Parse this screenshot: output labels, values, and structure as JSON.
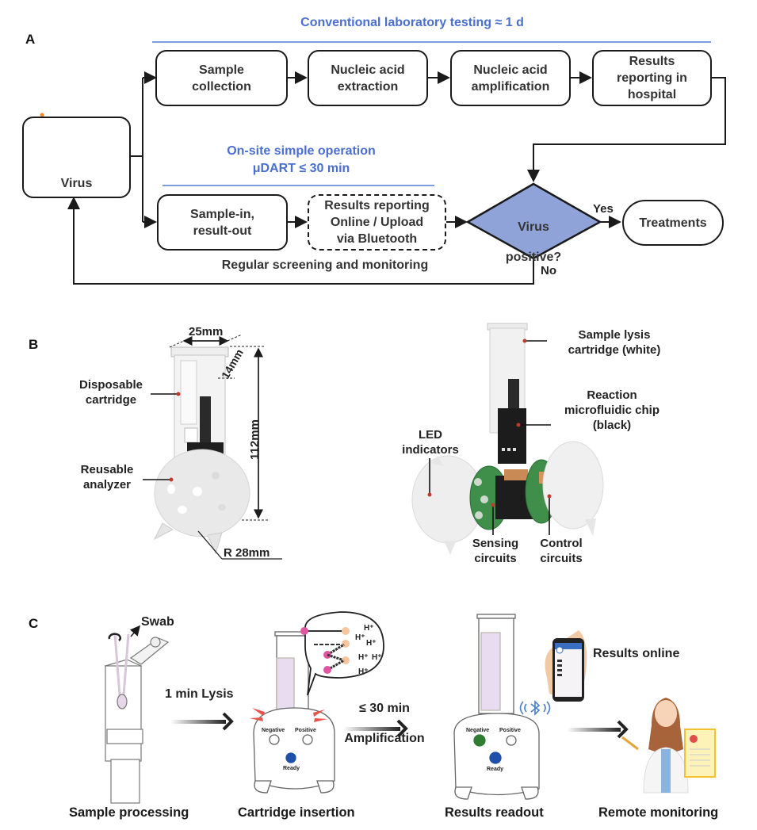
{
  "panels": {
    "a": {
      "label": "A",
      "conventional_title": "Conventional laboratory testing ≈ 1 d",
      "onsite_title_line1": "On-site simple operation",
      "onsite_title_line2": "μDART ≤  30 min",
      "virus_box_label": "Virus",
      "top_row": [
        {
          "label": "Sample\ncollection"
        },
        {
          "label": "Nucleic acid\nextraction"
        },
        {
          "label": "Nucleic acid\namplification"
        },
        {
          "label": "Results\nreporting in\nhospital"
        }
      ],
      "bottom_row": [
        {
          "label": "Sample-in,\nresult-out"
        },
        {
          "label": "Results reporting\nOnline  / Upload\nvia Bluetooth"
        }
      ],
      "decision": {
        "line1": "Virus",
        "line2": "positive?"
      },
      "yes_label": "Yes",
      "no_label": "No",
      "treatments_label": "Treatments",
      "loop_label": "Regular screening and monitoring",
      "colors": {
        "accent_blue": "#4a6fd1",
        "decision_fill": "#8fa3d8",
        "line": "#7f9be0"
      },
      "icons": [
        "virus-orange-icon",
        "virus-gold-icon",
        "virus-blue-icon"
      ]
    },
    "b": {
      "label": "B",
      "dims": {
        "width": "25mm",
        "depth": "14mm",
        "height": "112mm",
        "radius": "R 28mm"
      },
      "left_labels": {
        "cartridge": "Disposable\ncartridge",
        "analyzer": "Reusable\nanalyzer"
      },
      "right_labels": {
        "lysis": "Sample lysis\ncartridge (white)",
        "chip": "Reaction\nmicrofluidic chip\n(black)",
        "led": "LED\nindicators",
        "sensing": "Sensing\ncircuits",
        "control": "Control\ncircuits"
      }
    },
    "c": {
      "label": "C",
      "swab_label": "Swab",
      "lysis_step": "1 min Lysis",
      "amp_step_line1": "≤ 30 min",
      "amp_step_line2": "Amplification",
      "ion_label": "H⁺",
      "device_labels": {
        "negative": "Negative",
        "positive": "Positive",
        "ready": "Ready"
      },
      "results_online": "Results online",
      "captions": [
        "Sample processing",
        "Cartridge insertion",
        "Results readout",
        "Remote monitoring"
      ],
      "colors": {
        "ready_led": "#1f4fa8",
        "negative_led": "#2e7d32",
        "reagent": "#eadcf0"
      }
    }
  }
}
